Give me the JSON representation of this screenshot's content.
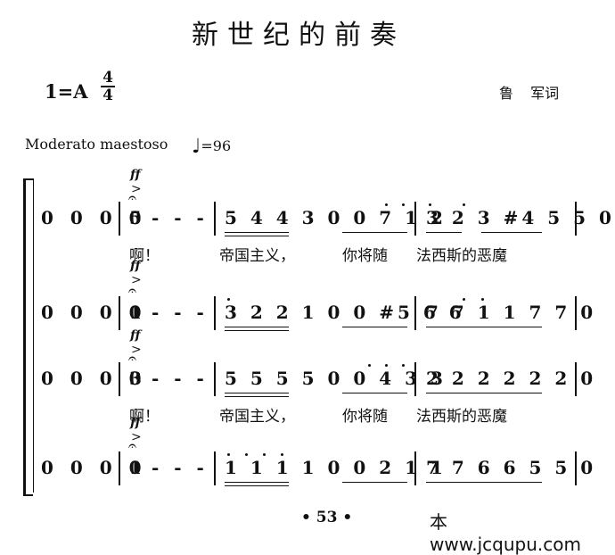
{
  "title": "新世纪的前奏",
  "key": "1=A",
  "time_sig": {
    "top": "4",
    "bottom": "4"
  },
  "lyricist": "鲁 军词",
  "tempo_text": "Moderato maestoso",
  "metronome": "=96",
  "dynamic": "ff",
  "accent": ">",
  "fermata": "𝄐",
  "staves": [
    {
      "rests": "0 0 0 0",
      "hold_note": "5",
      "hold_dash": "- - -",
      "m2": "5 4 4 3 0 0 7 1 2",
      "m3": "3 2 3 #4 5 5 0",
      "lyric_a": "啊！",
      "lyric_b": "帝国主义，",
      "lyric_c": "你将随",
      "lyric_d": "法西斯的恶魔"
    },
    {
      "rests": "0 0 0 0",
      "hold_note": "1",
      "hold_dash": "- - -",
      "m2": "3 2 2 1 0 0 #5 6 6",
      "m3": "7 7 1 1 7 7 0"
    },
    {
      "rests": "0 0 0 0",
      "hold_note": "3",
      "hold_dash": "- - -",
      "m2": "5 5 5 5 0 0 4 3 3",
      "m3": "2 2 2 2 2 2 0",
      "lyric_a": "啊！",
      "lyric_b": "帝国主义，",
      "lyric_c": "你将随",
      "lyric_d": "法西斯的恶魔"
    },
    {
      "rests": "0 0 0 0",
      "hold_note": "1",
      "hold_dash": "- - -",
      "m2": "1 1 1 1 0 0 2 1 1",
      "m3": "7 7 6 6 5 5 0"
    }
  ],
  "page_number": "• 53 •",
  "watermark": "本www.jcqupu.com"
}
